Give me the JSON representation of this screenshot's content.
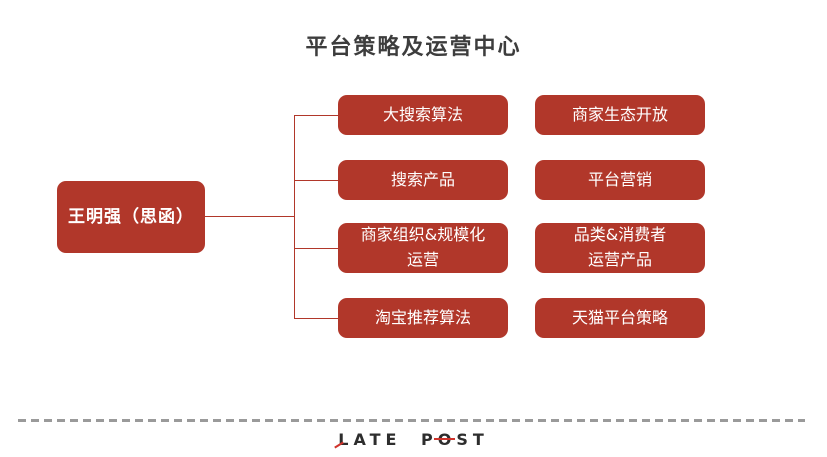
{
  "title": "平台策略及运营中心",
  "root": {
    "label": "王明强（思函）"
  },
  "middle_column": [
    {
      "line1": "大搜索算法"
    },
    {
      "line1": "搜索产品"
    },
    {
      "line1": "商家组织&规模化",
      "line2": "运营"
    },
    {
      "line1": "淘宝推荐算法"
    }
  ],
  "right_column": [
    {
      "line1": "商家生态开放"
    },
    {
      "line1": "平台营销"
    },
    {
      "line1": "品类&消费者",
      "line2": "运营产品"
    },
    {
      "line1": "天猫平台策略"
    }
  ],
  "footer": {
    "logo_l": "L",
    "logo_mid": "ATE P",
    "logo_o": "O",
    "logo_end": "ST"
  },
  "colors": {
    "box_red": "#B1372A",
    "connector_red": "#B1372A",
    "title_text": "#3D3D3D",
    "box_text": "#FFFFFF",
    "divider_gray": "#9A9A9A",
    "logo_text": "#2D2D2D",
    "logo_accent": "#D0342C"
  }
}
